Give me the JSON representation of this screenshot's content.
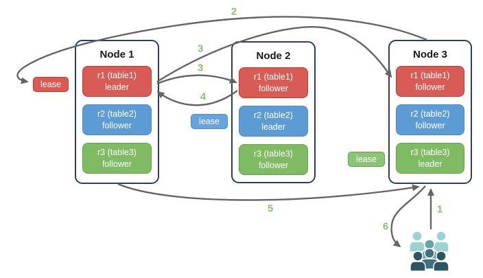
{
  "nodes": [
    {
      "title": "Node 1",
      "replicas": [
        {
          "range": "r1 (table1)",
          "role": "leader",
          "color": "#D95B55"
        },
        {
          "range": "r2 (table2)",
          "role": "follower",
          "color": "#5D9BD5"
        },
        {
          "range": "r3 (table3)",
          "role": "follower",
          "color": "#7EBB63"
        }
      ]
    },
    {
      "title": "Node 2",
      "replicas": [
        {
          "range": "r1 (table1)",
          "role": "follower",
          "color": "#D95B55"
        },
        {
          "range": "r2 (table2)",
          "role": "leader",
          "color": "#5D9BD5"
        },
        {
          "range": "r3 (table3)",
          "role": "follower",
          "color": "#7EBB63"
        }
      ]
    },
    {
      "title": "Node 3",
      "replicas": [
        {
          "range": "r1 (table1)",
          "role": "follower",
          "color": "#D95B55"
        },
        {
          "range": "r2 (table2)",
          "role": "follower",
          "color": "#5D9BD5"
        },
        {
          "range": "r3 (table3)",
          "role": "leader",
          "color": "#7EBB63"
        }
      ]
    }
  ],
  "leases": [
    {
      "label": "lease",
      "color": "#D95B55"
    },
    {
      "label": "lease",
      "color": "#66A4DE"
    },
    {
      "label": "lease",
      "color": "#8AC474"
    }
  ],
  "steps": {
    "step1": "1",
    "step2": "2",
    "step3_a": "3",
    "step3_b": "3",
    "step4": "4",
    "step5": "5",
    "step6": "6"
  },
  "icons": {
    "users": "users-group-icon"
  },
  "colors": {
    "arrow": "#646464",
    "step_number": "#8CBF6F",
    "node_border": "#2A3F5F",
    "red_replica": "#D95B55",
    "blue_replica": "#5D9BD5",
    "green_replica": "#7EBB63",
    "users_light": "#9CD2D1",
    "users_mid": "#63A6AB",
    "users_middark": "#41707F",
    "users_dark": "#2E5363"
  }
}
